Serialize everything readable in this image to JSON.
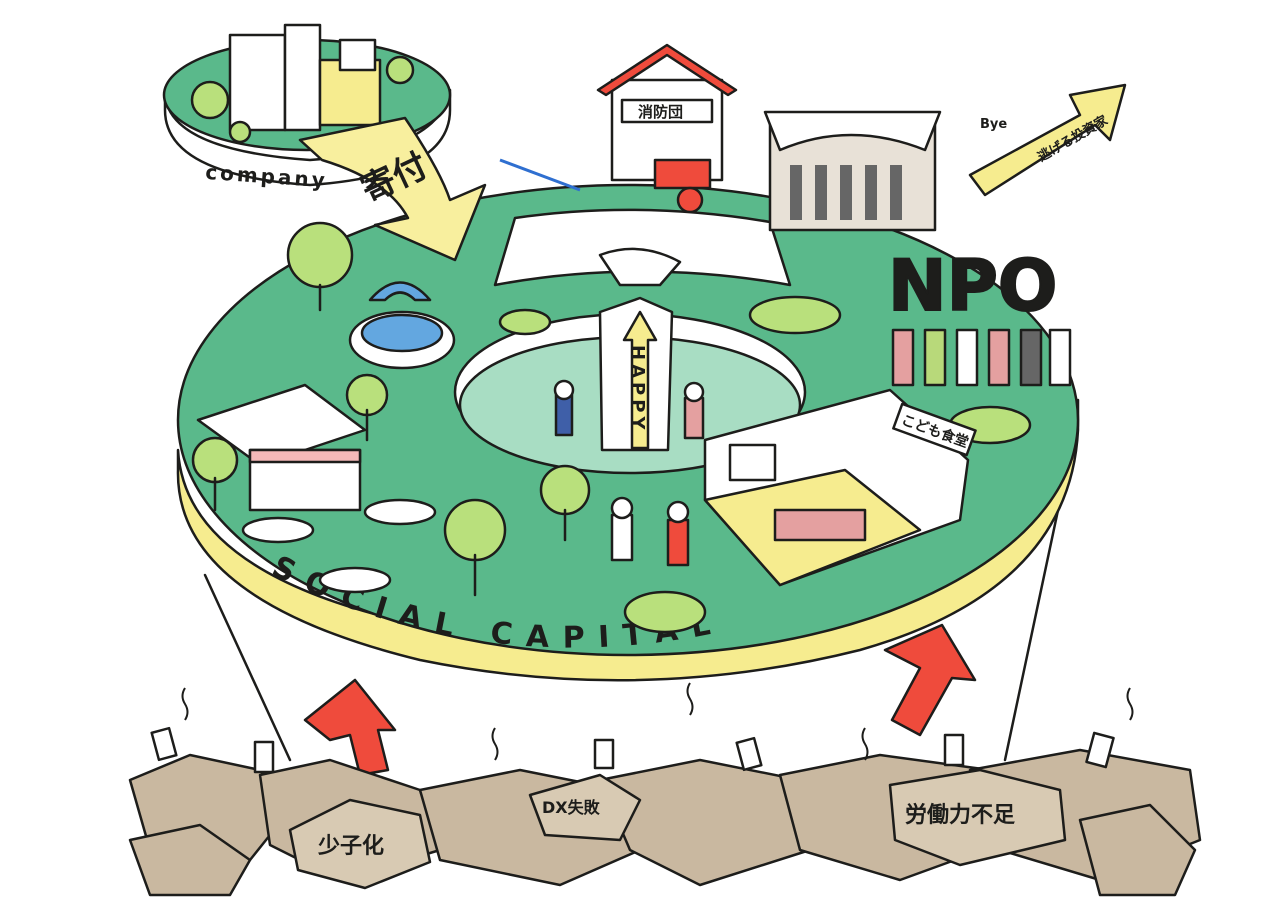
{
  "company": {
    "label": "company"
  },
  "donation_arrow": {
    "label": "寄付"
  },
  "fire_station": {
    "sign": "消防団"
  },
  "happy_tower": {
    "label": "HAPPY"
  },
  "npo": {
    "label": "NPO"
  },
  "bye": {
    "speech": "Bye",
    "arrow_label": "逃げる投資家"
  },
  "cafeteria": {
    "sign": "こども食堂"
  },
  "ring": {
    "label": "SOCIAL CAPITAL"
  },
  "problems": {
    "left": "少子化",
    "middle": "DX失敗",
    "right": "労働力不足"
  },
  "colors": {
    "platform_green": "#5ab98b",
    "plaza_light": "#a8ddc3",
    "ring_yellow": "#f6ec8f",
    "arrow_yellow": "#f8ef9e",
    "npo_yellow": "#efe48a",
    "up_arrow_red": "#ef4b3c",
    "rock": "#c9b8a0",
    "outline": "#1d1d1b"
  }
}
